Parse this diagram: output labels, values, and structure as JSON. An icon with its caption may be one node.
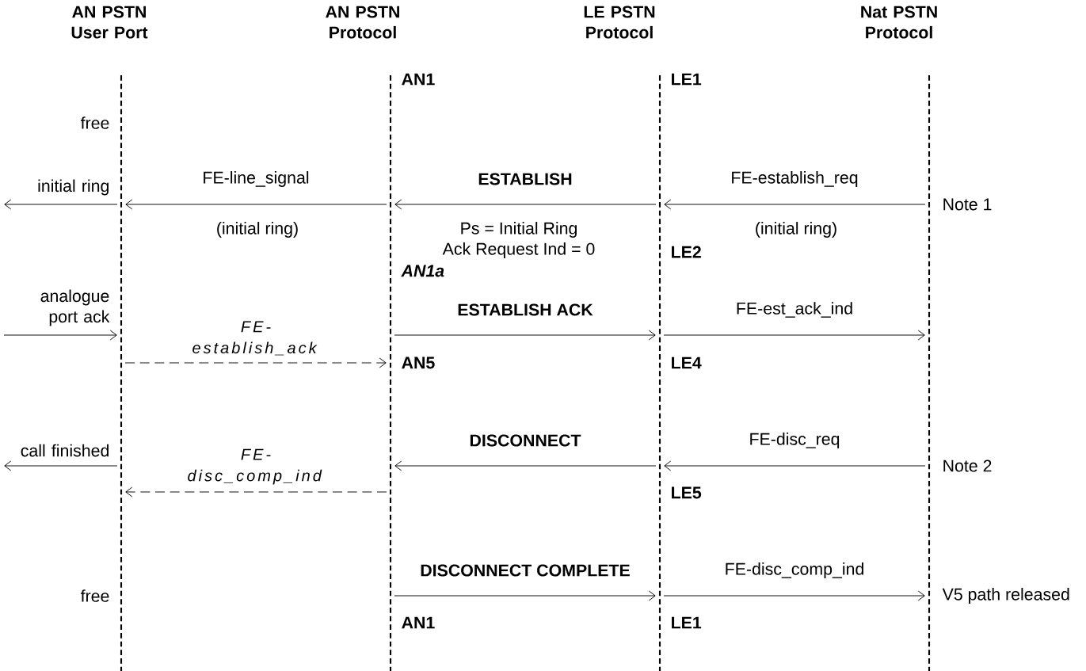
{
  "diagram": {
    "nodes": [
      {
        "text": [
          "AN PSTN User Port"
        ]
      },
      {
        "text": [
          "AN PSTN Protocol"
        ]
      },
      {
        "text": [
          "LE PSTN Protocol"
        ]
      },
      {
        "text": [
          "Nat PSTN Protocol"
        ]
      }
    ],
    "edges": [
      {
        "from": 0,
        "to": null,
        "arrow": "to",
        "label": "initial ring"
      },
      {
        "from": 1,
        "to": 0,
        "arrow": "to",
        "label": "FE-line_signal"
      },
      {
        "from": 2,
        "to": 1,
        "arrow": "to",
        "label": "**ESTABLISH**"
      },
      {
        "from": 3,
        "to": 2,
        "arrow": "to",
        "label": "FE-establish_req"
      },
      {
        "from": null,
        "to": 0,
        "arrow": "to",
        "label": "analogue port ack"
      },
      {
        "from": 0,
        "to": 1,
        "arrow": "to",
        "label": "*FE-establish_ack*",
        "style": "dashed"
      },
      {
        "from": 1,
        "to": 2,
        "arrow": "to",
        "label": "**ESTABLISH ACK**"
      },
      {
        "from": 2,
        "to": 3,
        "arrow": "to",
        "label": "FE-est_ack_ind"
      },
      {
        "from": 0,
        "to": null,
        "arrow": "to",
        "label": "call finished"
      },
      {
        "from": 1,
        "to": 0,
        "arrow": "to",
        "label": "*FE-disc_comp_ind*",
        "style": "dashed"
      },
      {
        "from": 2,
        "to": 1,
        "arrow": "to",
        "label": "**DISCONNECT**"
      },
      {
        "from": 3,
        "to": 2,
        "arrow": "to",
        "label": "FE-disc_req"
      },
      {
        "from": 1,
        "to": 2,
        "arrow": "to",
        "label": "**DISCONNECT COMPLETE**"
      },
      {
        "from": 2,
        "to": 3,
        "arrow": "to",
        "label": "FE-disc_comp_ind"
      }
    ],
    "labels": [
      "AN1",
      "LE1",
      "free",
      "(initial ring)",
      "Ps = Initial Ring",
      "(initial ring)",
      "Note 1",
      "Ack Request Ind = 0",
      "LE2",
      "AN1a",
      "AN5",
      "LE4",
      "Note 2",
      "LE5",
      "free",
      "V5 path released",
      "AN1",
      "LE1"
    ]
  }
}
